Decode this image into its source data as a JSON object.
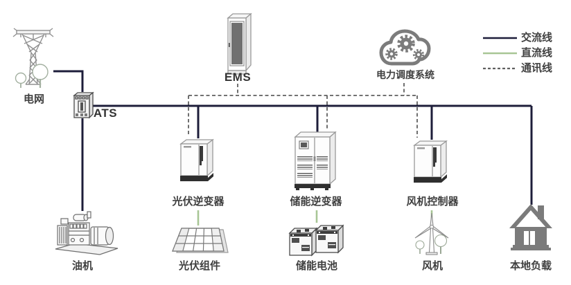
{
  "legend": {
    "items": [
      {
        "label": "交流线",
        "style": "solid",
        "color": "#1d1d3a"
      },
      {
        "label": "直流线",
        "style": "solid",
        "color": "#a8c695"
      },
      {
        "label": "通讯线",
        "style": "dashed",
        "color": "#5f5f5f"
      }
    ]
  },
  "nodes": {
    "grid": {
      "label": "电网"
    },
    "ats": {
      "label": "ATS"
    },
    "ems": {
      "label": "EMS"
    },
    "dispatch": {
      "label": "电力调度系统"
    },
    "pv_inverter": {
      "label": "光伏逆变器"
    },
    "storage_inverter": {
      "label": "储能逆变器"
    },
    "wind_controller": {
      "label": "风机控制器"
    },
    "pv_modules": {
      "label": "光伏组件"
    },
    "battery": {
      "label": "储能电池"
    },
    "wind_turbine": {
      "label": "风机"
    },
    "diesel": {
      "label": "油机"
    },
    "local_load": {
      "label": "本地负载"
    }
  },
  "connections": [
    {
      "from": "电网",
      "to": "ATS",
      "line": "交流线"
    },
    {
      "from": "ATS",
      "to": "油机",
      "line": "交流线"
    },
    {
      "from": "ATS",
      "to": "光伏逆变器",
      "line": "交流线"
    },
    {
      "from": "ATS",
      "to": "储能逆变器",
      "line": "交流线"
    },
    {
      "from": "ATS",
      "to": "风机控制器",
      "line": "交流线"
    },
    {
      "from": "ATS",
      "to": "本地负载",
      "line": "交流线"
    },
    {
      "from": "光伏逆变器",
      "to": "光伏组件",
      "line": "直流线"
    },
    {
      "from": "储能逆变器",
      "to": "储能电池",
      "line": "直流线"
    },
    {
      "from": "风机控制器",
      "to": "风机",
      "line": "直流线"
    },
    {
      "from": "EMS",
      "to": "通讯总线",
      "line": "通讯线"
    },
    {
      "from": "电力调度系统",
      "to": "通讯总线",
      "line": "通讯线"
    },
    {
      "from": "通讯总线",
      "to": "光伏逆变器",
      "line": "通讯线"
    },
    {
      "from": "通讯总线",
      "to": "储能逆变器",
      "line": "通讯线"
    },
    {
      "from": "通讯总线",
      "to": "风机控制器",
      "line": "通讯线"
    }
  ],
  "colors": {
    "background": "#ffffff",
    "ac_line": "#1d1d3a",
    "dc_line": "#a8c695",
    "comm_line": "#5f5f5f",
    "device_stroke": "#979797",
    "solid_icon": "#7b7b7b",
    "text": "#3f3f3f"
  }
}
